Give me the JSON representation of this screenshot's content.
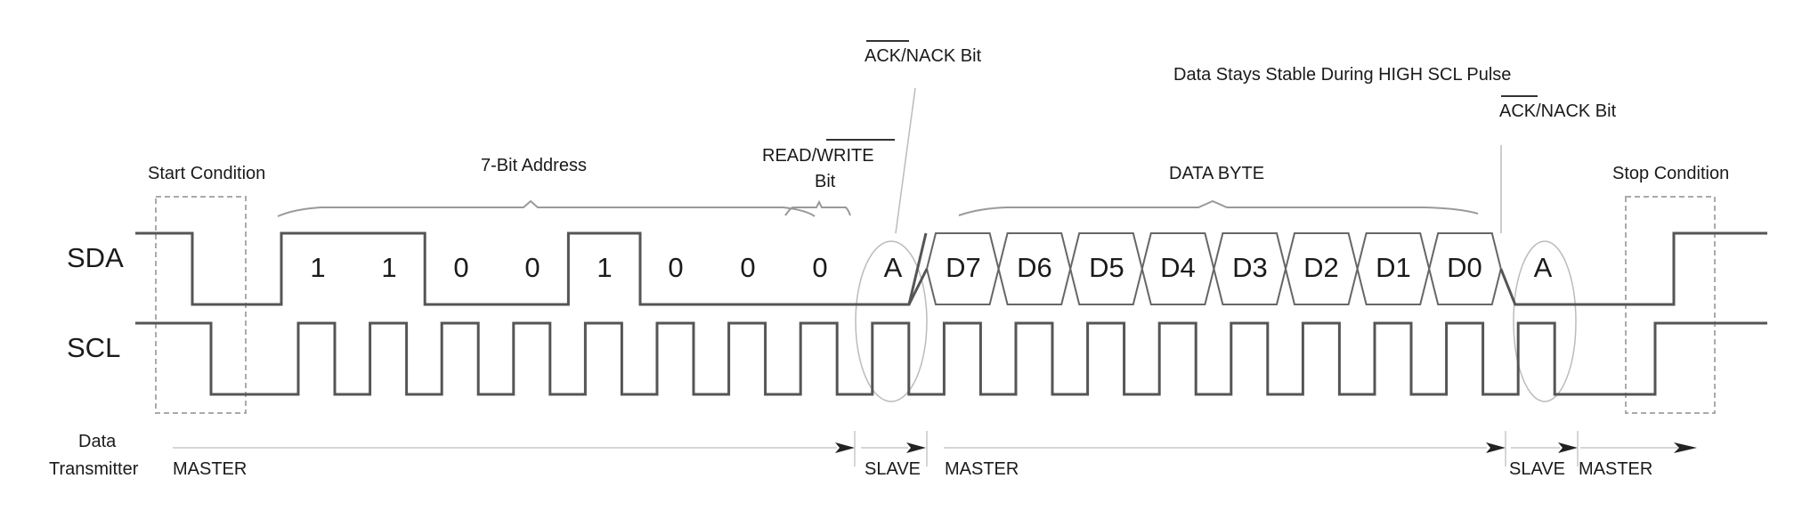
{
  "signals": {
    "sda_label": "SDA",
    "scl_label": "SCL"
  },
  "annotations": {
    "start_condition": "Start Condition",
    "stop_condition": "Stop Condition",
    "address_label": "7-Bit Address",
    "rw_label_line1": "READ/WRITE",
    "rw_overbar_part": "WRITE",
    "rw_label_line2": "Bit",
    "data_byte_label": "DATA BYTE",
    "ack_label": "ACK/NACK Bit",
    "ack_overbar_part": "ACK",
    "stable_note": "Data Stays Stable During HIGH SCL Pulse"
  },
  "address_bits": [
    "1",
    "1",
    "0",
    "0",
    "1",
    "0",
    "0"
  ],
  "rw_bit": "0",
  "ack_symbol": "A",
  "data_bits": [
    "D7",
    "D6",
    "D5",
    "D4",
    "D3",
    "D2",
    "D1",
    "D0"
  ],
  "transmitter": {
    "row_label_line1": "Data",
    "row_label_line2": "Transmitter",
    "segments": [
      {
        "who": "MASTER",
        "span": "address + R/W"
      },
      {
        "who": "SLAVE",
        "span": "ACK"
      },
      {
        "who": "MASTER",
        "span": "data byte"
      },
      {
        "who": "SLAVE",
        "span": "ACK"
      },
      {
        "who": "MASTER",
        "span": "stop"
      }
    ]
  },
  "colors": {
    "waveform": "#555555",
    "guides": "#aaaaaa",
    "text": "#1a1a1a"
  }
}
